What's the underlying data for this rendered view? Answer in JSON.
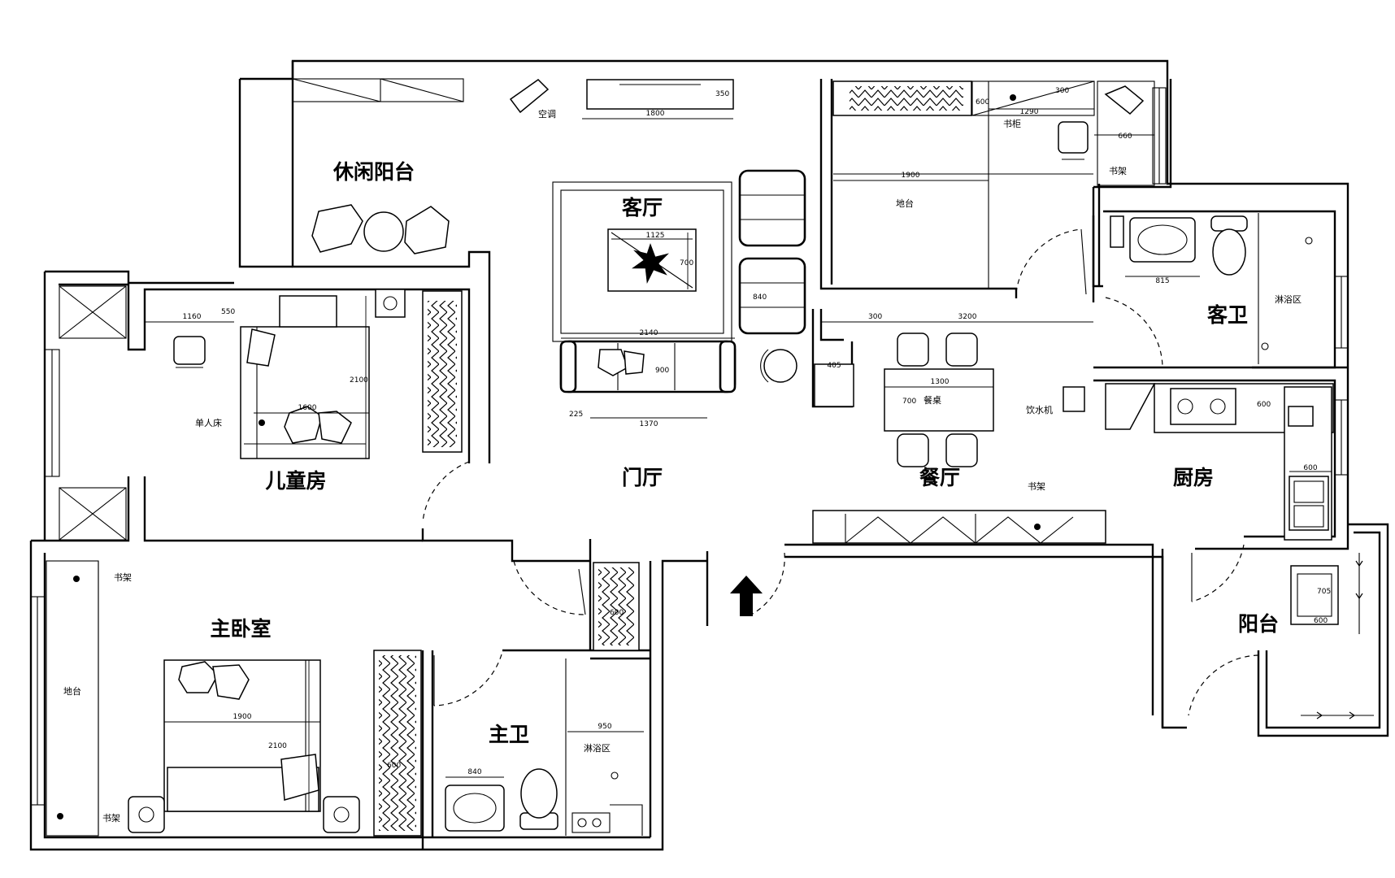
{
  "rooms": {
    "leisure_balcony": "休闲阳台",
    "living_room": "客厅",
    "kids_room": "儿童房",
    "foyer": "门厅",
    "dining_room": "餐厅",
    "kitchen": "厨房",
    "guest_bath": "客卫",
    "master_bedroom": "主卧室",
    "master_bath": "主卫",
    "balcony": "阳台"
  },
  "labels": {
    "air_conditioner": "空调",
    "bookcase": "书柜",
    "bookshelf": "书架",
    "bay_window": "地台",
    "single_bed": "单人床",
    "dining_table": "餐桌",
    "water_dispenser": "饮水机",
    "shower_area": "淋浴区"
  },
  "dimensions": {
    "tv_cabinet_width": "1800",
    "tv_cabinet_depth": "350",
    "study_window_width": "1900",
    "study_desk_width": "1290",
    "study_desk_depth": "300",
    "study_side_depth": "600",
    "study_shelf": "660",
    "coffee_table_w": "1125",
    "coffee_table_h": "700",
    "armchair_depth": "840",
    "sofa_width": "2140",
    "sofa_seat": "900",
    "side_table": "225",
    "sofa_base": "1370",
    "shoe_cabinet": "405",
    "dining_gap": "300",
    "dining_span": "3200",
    "table_length": "1300",
    "table_width": "700",
    "guest_sink": "815",
    "kitchen_counter": "600",
    "kitchen_sink": "600",
    "kids_desk": "1160",
    "kids_desk_depth": "550",
    "kids_bed_length": "2100",
    "kids_bed_width": "1600",
    "hall_closet": "600",
    "master_bed_width": "1900",
    "master_bed_length": "2100",
    "master_closet": "600",
    "master_vanity": "840",
    "master_shower": "950",
    "washer": "705",
    "washer_depth": "600"
  },
  "colors": {
    "line": "#000000",
    "background": "#ffffff"
  }
}
